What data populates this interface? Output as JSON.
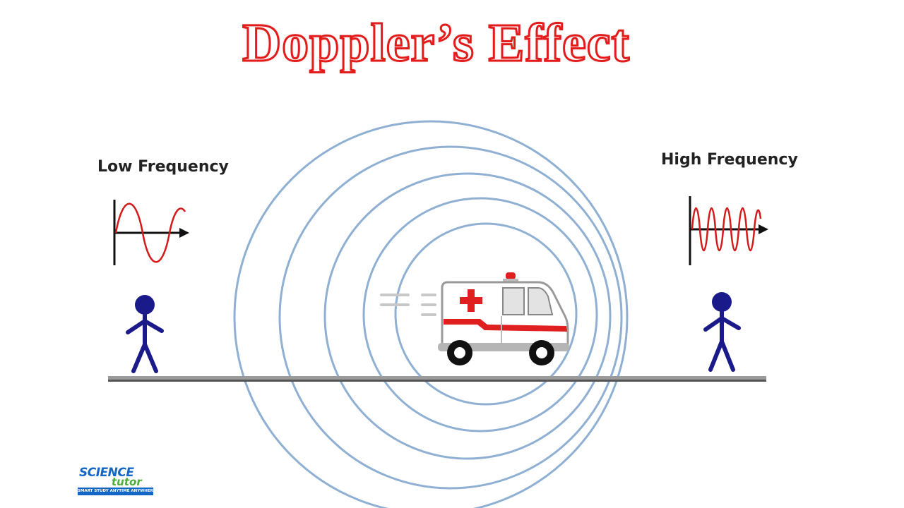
{
  "title": "Doppler’s Effect",
  "left_observer": {
    "label": "Low Frequency"
  },
  "right_observer": {
    "label": "High Frequency"
  },
  "logo": {
    "line1": "SCIENCE",
    "line2": "tutor",
    "tagline": "SMART STUDY ANYTIME ANYWHERE"
  },
  "colors": {
    "title": "#e21b1b",
    "wave": "#d41a1a",
    "ring": "#8fb0d3",
    "figure": "#1b1a8a",
    "ground": "#9a9a9a",
    "ambulance_red": "#e02020"
  },
  "icons": [
    "stick-figure-icon",
    "ambulance-icon",
    "sine-wave-icon",
    "siren-icon"
  ]
}
